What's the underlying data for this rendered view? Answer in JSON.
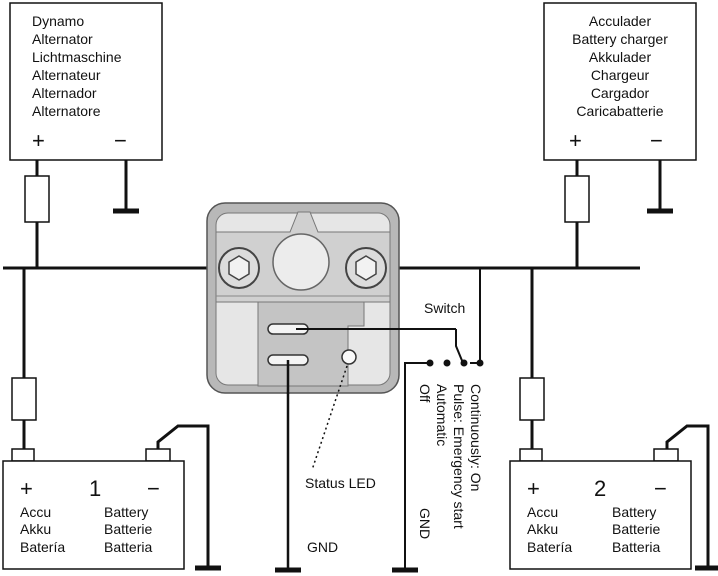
{
  "alternator_box": {
    "lines": [
      "Dynamo",
      "Alternator",
      "Lichtmaschine",
      "Alternateur",
      "Alternador",
      "Alternatore"
    ],
    "plus": "+",
    "minus": "−"
  },
  "charger_box": {
    "lines": [
      "Acculader",
      "Battery charger",
      "Akkulader",
      "Chargeur",
      "Cargador",
      "Caricabatterie"
    ],
    "plus": "+",
    "minus": "−"
  },
  "battery_1": {
    "plus": "+",
    "number": "1",
    "minus": "−",
    "left_lines": [
      "Accu",
      "Akku",
      "Batería"
    ],
    "right_lines": [
      "Battery",
      "Batterie",
      "Batteria"
    ]
  },
  "battery_2": {
    "plus": "+",
    "number": "2",
    "minus": "−",
    "left_lines": [
      "Accu",
      "Akku",
      "Batería"
    ],
    "right_lines": [
      "Battery",
      "Batterie",
      "Batteria"
    ]
  },
  "labels": {
    "switch": "Switch",
    "status_led": "Status LED",
    "gnd_bottom": "GND",
    "gnd_vertical": "GND",
    "switch_off": "Off",
    "switch_automatic": "Automatic",
    "switch_pulse": "Pulse: Emergency start",
    "switch_continuous": "Continuously: On"
  },
  "colors": {
    "line": "#111111",
    "relay_body": "#b8b8b8",
    "relay_plate": "#d9d9d9",
    "relay_inner": "#e8e8e8"
  }
}
